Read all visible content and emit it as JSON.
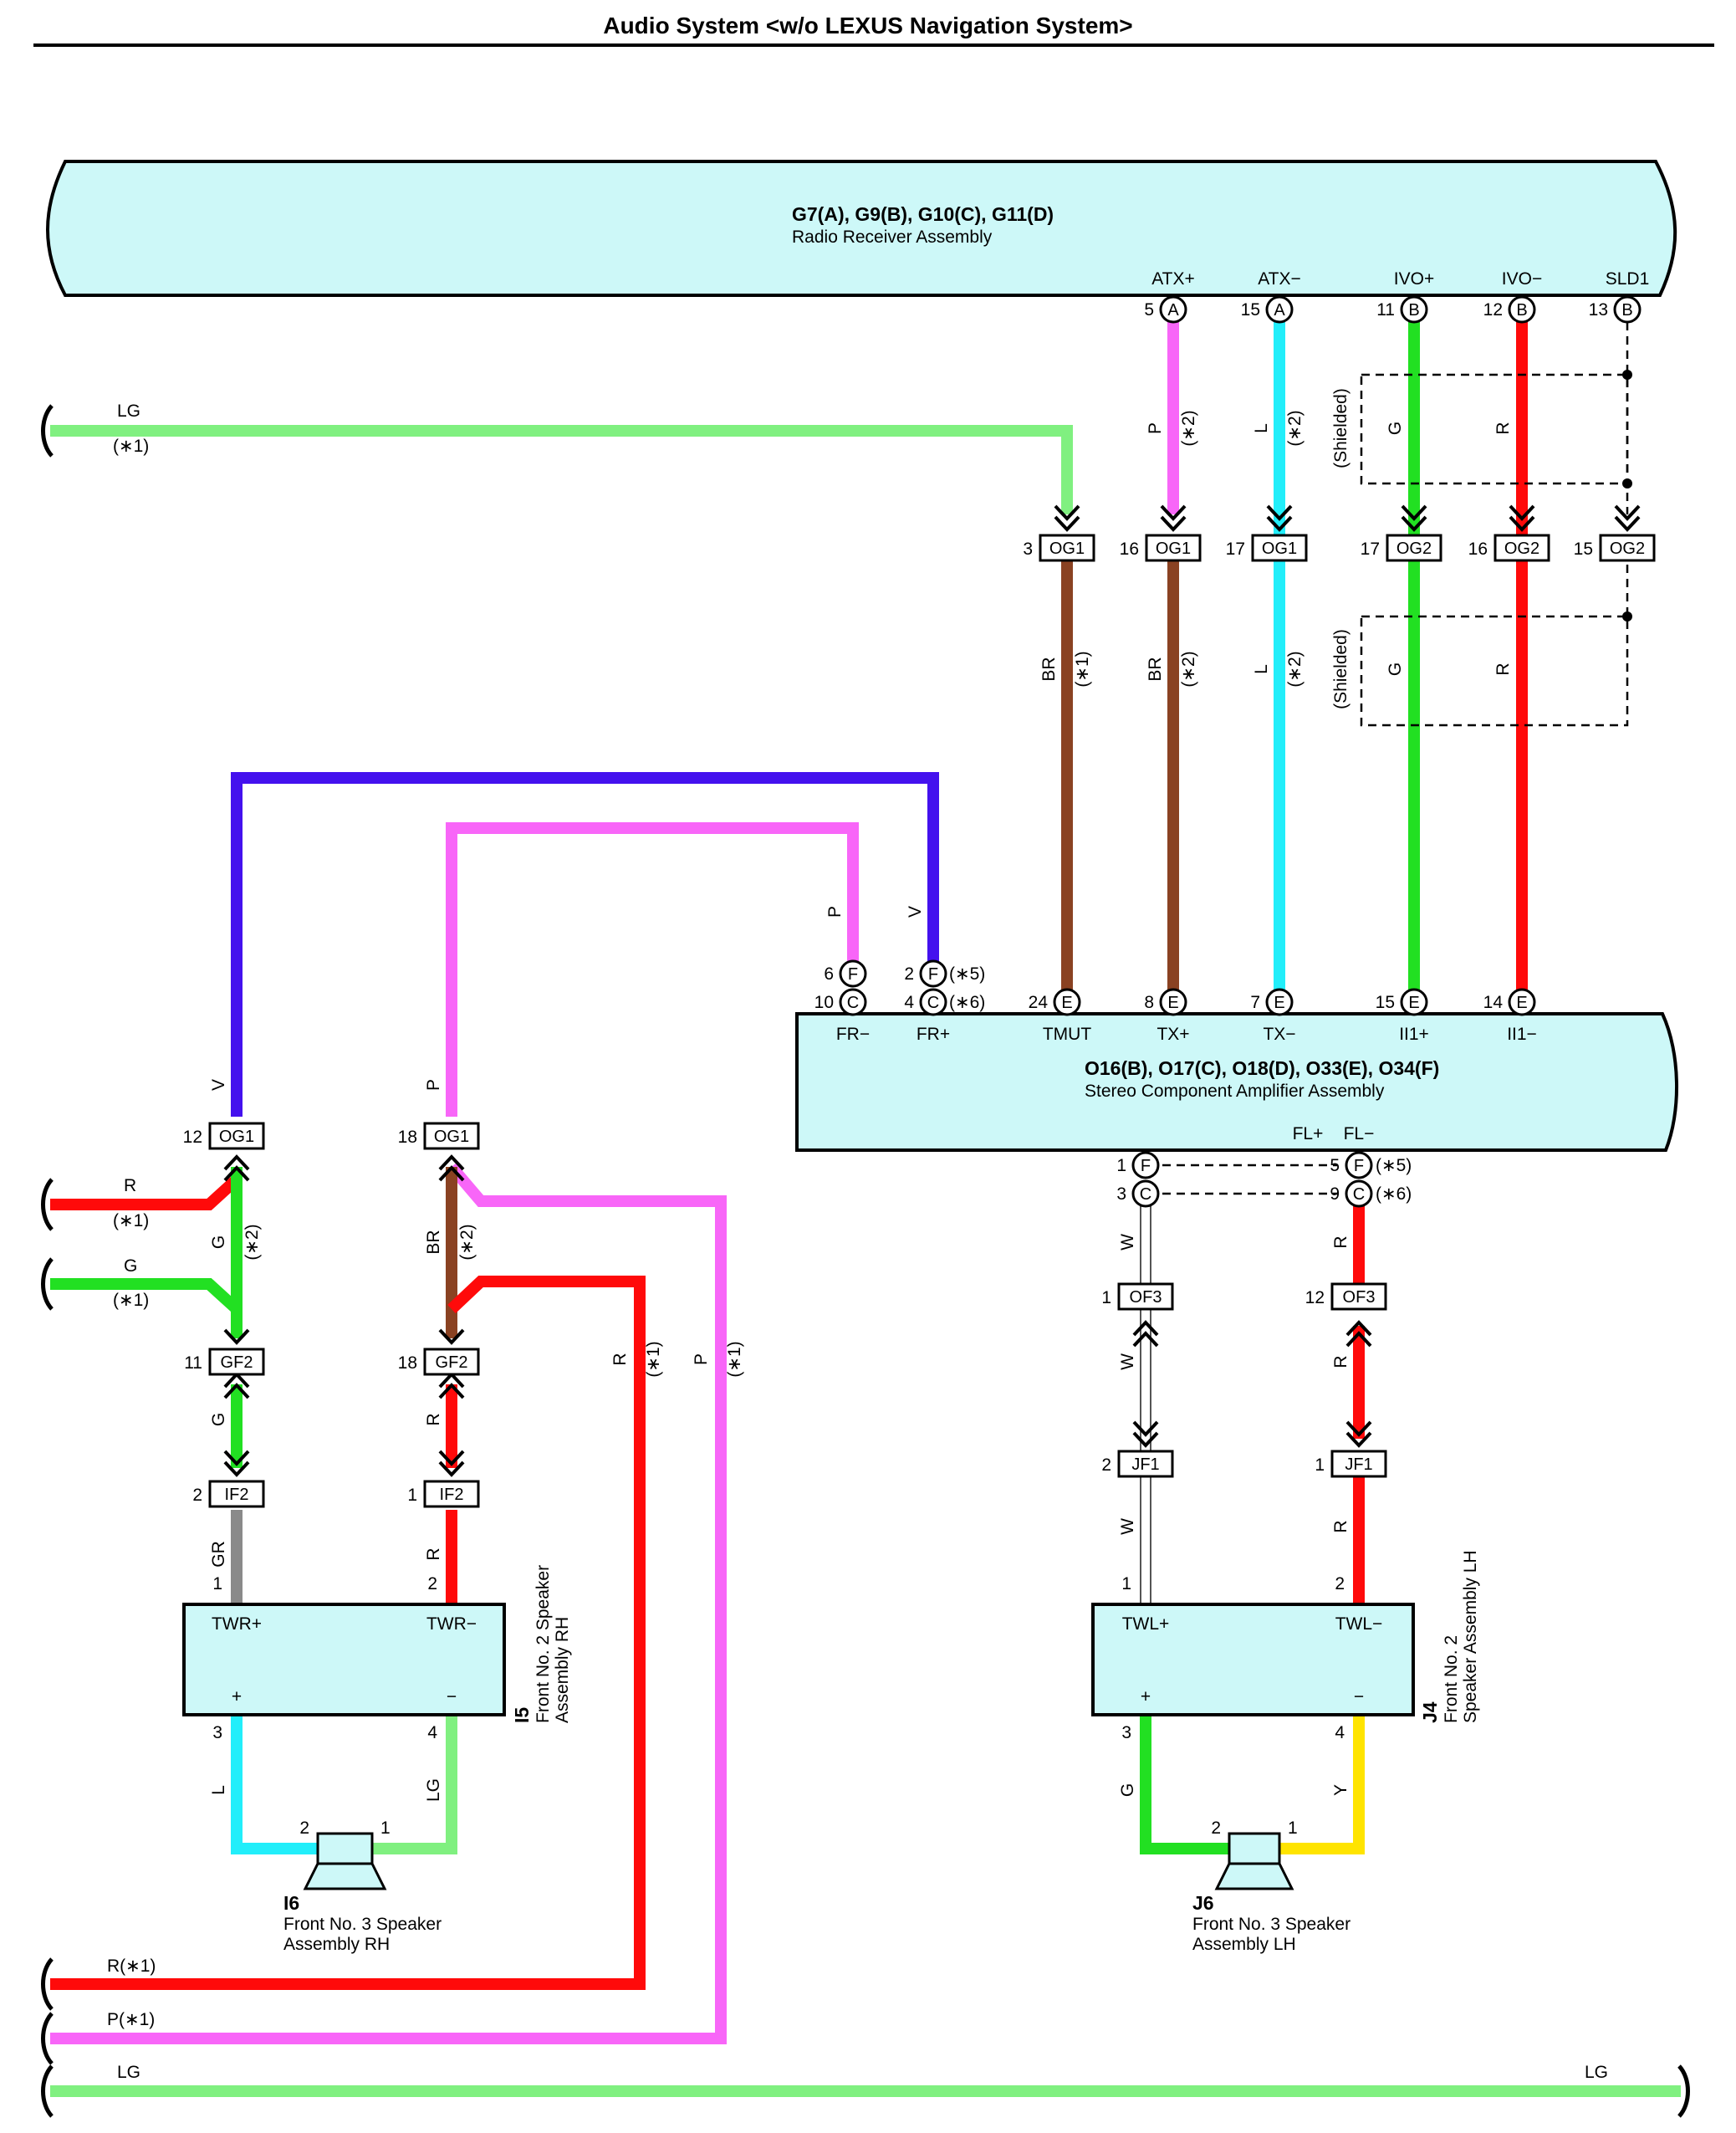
{
  "title": "Audio System <w/o LEXUS Navigation System>",
  "colors": {
    "component_fill": "#cdf8f8",
    "LG": "#80f080",
    "P": "#f866f8",
    "L": "#22eefa",
    "G": "#22e022",
    "R": "#ff0a0a",
    "BR": "#8a4222",
    "V": "#4411ee",
    "GR": "#8a8a8a",
    "Y": "#ffe400",
    "W": "#ffffff"
  },
  "radio": {
    "codes": "G7(A), G9(B), G10(C), G11(D)",
    "name": "Radio Receiver Assembly",
    "terminals": [
      {
        "name": "ATX+",
        "pin": "5",
        "conn": "A"
      },
      {
        "name": "ATX−",
        "pin": "15",
        "conn": "A"
      },
      {
        "name": "IVO+",
        "pin": "11",
        "conn": "B"
      },
      {
        "name": "IVO−",
        "pin": "12",
        "conn": "B"
      },
      {
        "name": "SLD1",
        "pin": "13",
        "conn": "B"
      }
    ]
  },
  "amplifier": {
    "codes": "O16(B), O17(C), O18(D), O33(E), O34(F)",
    "name": "Stereo Component Amplifier Assembly",
    "top_terminals": [
      {
        "name": "FR−",
        "pins": [
          {
            "pin": "6",
            "conn": "F"
          },
          {
            "pin": "10",
            "conn": "C"
          }
        ]
      },
      {
        "name": "FR+",
        "pins": [
          {
            "pin": "2",
            "conn": "F",
            "note": "(∗5)"
          },
          {
            "pin": "4",
            "conn": "C",
            "note": "(∗6)"
          }
        ]
      },
      {
        "name": "TMUT",
        "pin": "24",
        "conn": "E"
      },
      {
        "name": "TX+",
        "pin": "8",
        "conn": "E"
      },
      {
        "name": "TX−",
        "pin": "7",
        "conn": "E"
      },
      {
        "name": "II1+",
        "pin": "15",
        "conn": "E"
      },
      {
        "name": "II1−",
        "pin": "14",
        "conn": "E"
      }
    ],
    "bottom_terminals": [
      {
        "name": "FL+",
        "pins": [
          {
            "pin": "1",
            "conn": "F"
          },
          {
            "pin": "3",
            "conn": "C"
          }
        ]
      },
      {
        "name": "FL−",
        "pins": [
          {
            "pin": "5",
            "conn": "F",
            "note": "(∗5)"
          },
          {
            "pin": "9",
            "conn": "C",
            "note": "(∗6)"
          }
        ]
      }
    ]
  },
  "junctions": [
    {
      "pin": "3",
      "label": "OG1"
    },
    {
      "pin": "16",
      "label": "OG1"
    },
    {
      "pin": "17",
      "label": "OG1"
    },
    {
      "pin": "17",
      "label": "OG2"
    },
    {
      "pin": "16",
      "label": "OG2"
    },
    {
      "pin": "15",
      "label": "OG2"
    },
    {
      "pin": "12",
      "label": "OG1"
    },
    {
      "pin": "18",
      "label": "OG1"
    },
    {
      "pin": "11",
      "label": "GF2"
    },
    {
      "pin": "18",
      "label": "GF2"
    },
    {
      "pin": "2",
      "label": "IF2"
    },
    {
      "pin": "1",
      "label": "IF2"
    },
    {
      "pin": "1",
      "label": "OF3"
    },
    {
      "pin": "12",
      "label": "OF3"
    },
    {
      "pin": "2",
      "label": "JF1"
    },
    {
      "pin": "1",
      "label": "JF1"
    }
  ],
  "wire_labels": {
    "lg": "LG",
    "p": "P",
    "l": "L",
    "g": "G",
    "r": "R",
    "br": "BR",
    "v": "V",
    "gr": "GR",
    "w": "W",
    "y": "Y",
    "n1": "(∗1)",
    "n2": "(∗2)",
    "shielded": "(Shielded)",
    "r_n1": "R(∗1)",
    "p_n1": "P(∗1)"
  },
  "speaker_assy_rh": {
    "code": "I5",
    "line1": "Front No. 2 Speaker",
    "line2": "Assembly RH",
    "in_plus": "TWR+",
    "in_minus": "TWR−",
    "plus": "+",
    "minus": "−",
    "pins": {
      "in_plus": "1",
      "in_minus": "2",
      "out_plus": "3",
      "out_minus": "4"
    }
  },
  "speaker_assy_lh": {
    "code": "J4",
    "line1": "Front No. 2",
    "line2": "Speaker Assembly LH",
    "in_plus": "TWL+",
    "in_minus": "TWL−",
    "plus": "+",
    "minus": "−",
    "pins": {
      "in_plus": "1",
      "in_minus": "2",
      "out_plus": "3",
      "out_minus": "4"
    }
  },
  "speaker_rh": {
    "code": "I6",
    "line1": "Front No.  3 Speaker",
    "line2": "Assembly RH",
    "pin_a": "2",
    "pin_b": "1"
  },
  "speaker_lh": {
    "code": "J6",
    "line1": "Front No.  3 Speaker",
    "line2": "Assembly LH",
    "pin_a": "2",
    "pin_b": "1"
  }
}
